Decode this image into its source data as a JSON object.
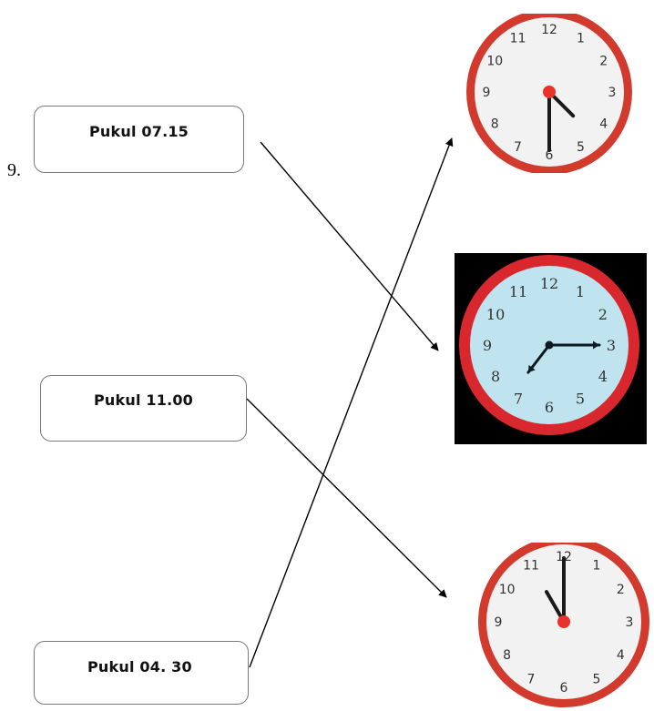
{
  "question_number": "9.",
  "labels": [
    {
      "text": "Pukul 07.15"
    },
    {
      "text": "Pukul 11.00"
    },
    {
      "text": "Pukul 04. 30"
    }
  ],
  "clocks": [
    {
      "numbers": [
        "12",
        "1",
        "2",
        "3",
        "4",
        "5",
        "6",
        "7",
        "8",
        "9",
        "10",
        "11"
      ],
      "hour": 4,
      "minute": 30,
      "face_color": "#f2f2f2",
      "rim_color": "#d23a2e",
      "hand_color": "#1a1a1a",
      "center_color": "#e8332a"
    },
    {
      "numbers": [
        "12",
        "1",
        "2",
        "3",
        "4",
        "5",
        "6",
        "7",
        "8",
        "9",
        "10",
        "11"
      ],
      "hour": 7,
      "minute": 15,
      "face_color": "#bfe3ef",
      "rim_color": "#d8282e",
      "hand_color": "#0d1a22",
      "center_color": "#0d1a22"
    },
    {
      "numbers": [
        "12",
        "1",
        "2",
        "3",
        "4",
        "5",
        "6",
        "7",
        "8",
        "9",
        "10",
        "11"
      ],
      "hour": 11,
      "minute": 0,
      "face_color": "#f2f2f2",
      "rim_color": "#d23a2e",
      "hand_color": "#1a1a1a",
      "center_color": "#e8332a"
    }
  ]
}
